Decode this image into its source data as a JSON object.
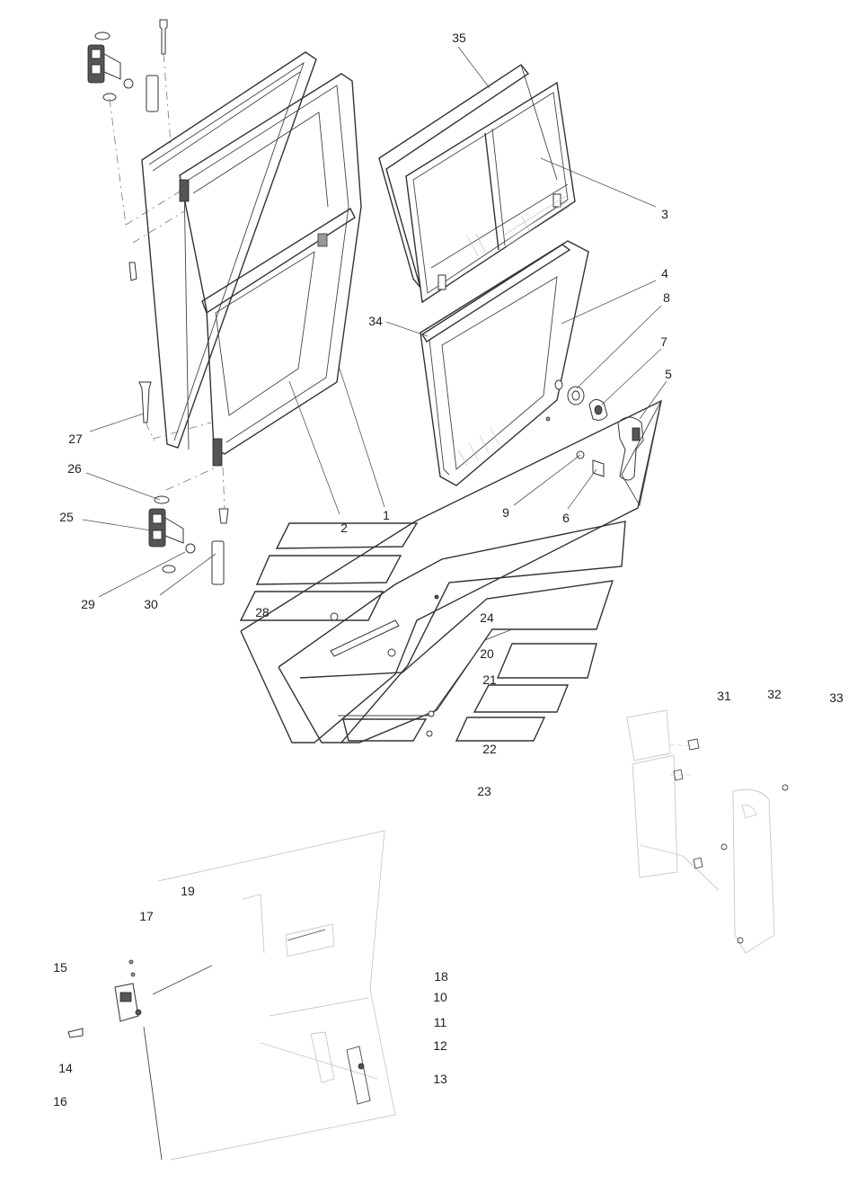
{
  "callouts": [
    {
      "id": "35",
      "label": "35"
    },
    {
      "id": "3",
      "label": "3"
    },
    {
      "id": "4",
      "label": "4"
    },
    {
      "id": "34",
      "label": "34"
    },
    {
      "id": "8",
      "label": "8"
    },
    {
      "id": "7",
      "label": "7"
    },
    {
      "id": "5",
      "label": "5"
    },
    {
      "id": "9",
      "label": "9"
    },
    {
      "id": "6",
      "label": "6"
    },
    {
      "id": "1",
      "label": "1"
    },
    {
      "id": "2",
      "label": "2"
    },
    {
      "id": "27",
      "label": "27"
    },
    {
      "id": "26",
      "label": "26"
    },
    {
      "id": "25",
      "label": "25"
    },
    {
      "id": "29",
      "label": "29"
    },
    {
      "id": "30",
      "label": "30"
    },
    {
      "id": "28",
      "label": "28"
    },
    {
      "id": "24",
      "label": "24"
    },
    {
      "id": "20",
      "label": "20"
    },
    {
      "id": "21",
      "label": "21"
    },
    {
      "id": "22",
      "label": "22"
    },
    {
      "id": "23",
      "label": "23"
    },
    {
      "id": "31",
      "label": "31"
    },
    {
      "id": "32",
      "label": "32"
    },
    {
      "id": "33",
      "label": "33"
    },
    {
      "id": "19",
      "label": "19"
    },
    {
      "id": "17",
      "label": "17"
    },
    {
      "id": "15",
      "label": "15"
    },
    {
      "id": "14",
      "label": "14"
    },
    {
      "id": "16",
      "label": "16"
    },
    {
      "id": "18",
      "label": "18"
    },
    {
      "id": "10",
      "label": "10"
    },
    {
      "id": "11",
      "label": "11"
    },
    {
      "id": "12",
      "label": "12"
    },
    {
      "id": "13",
      "label": "13"
    }
  ]
}
